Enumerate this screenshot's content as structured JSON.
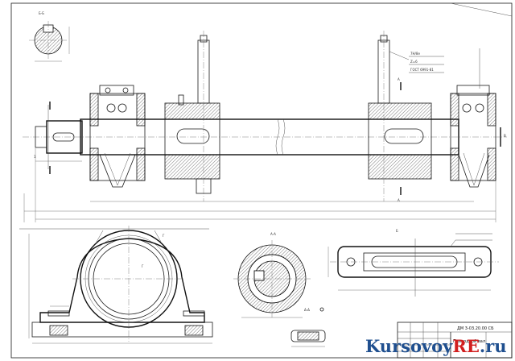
{
  "section_labels": {
    "shaft_section": "Б-Б",
    "wheel_section": "А-А",
    "view_b": "Б",
    "view_a_top": "А",
    "view_a_bottom": "А",
    "view_v": "В"
  },
  "callout_note": [
    "7Н/8e",
    "Z=6",
    "ГОСТ 6991-81"
  ],
  "title_block": {
    "code": "ДМ 3-03.20.00 СБ",
    "name": "Приводной вал"
  },
  "watermark": {
    "main": "Kursovoy",
    "accent": "RE",
    "suffix": ".ru"
  },
  "colors": {
    "line": "#111111",
    "watermark_blue": "#1f4f8f",
    "watermark_red": "#d11f1f"
  }
}
